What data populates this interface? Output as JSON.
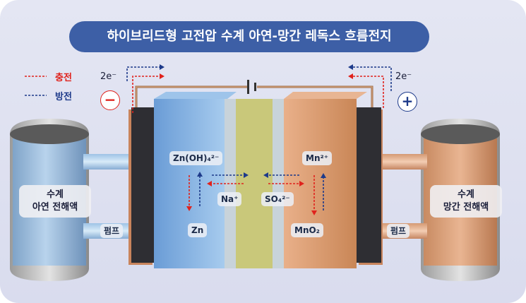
{
  "title": "하이브리드형 고전압 수계 아연-망간 레독스 흐름전지",
  "legend": {
    "charge": "충전",
    "discharge": "방전"
  },
  "electron_left": "2e⁻",
  "electron_right": "2e⁻",
  "negative_sign": "−",
  "positive_sign": "+",
  "species": {
    "zn_oh": "Zn(OH)₄²⁻",
    "zn": "Zn",
    "na": "Na⁺",
    "so4": "SO₄²⁻",
    "mn2": "Mn²⁺",
    "mno2": "MnO₂"
  },
  "tank_left_line1": "수계",
  "tank_left_line2": "아연 전해액",
  "tank_right_line1": "수계",
  "tank_right_line2": "망간 전해액",
  "pump_left": "펌프",
  "pump_right": "펌프",
  "colors": {
    "charge": "#e0221c",
    "discharge": "#1d3a8a",
    "title_bg": "#3d5fa6"
  }
}
